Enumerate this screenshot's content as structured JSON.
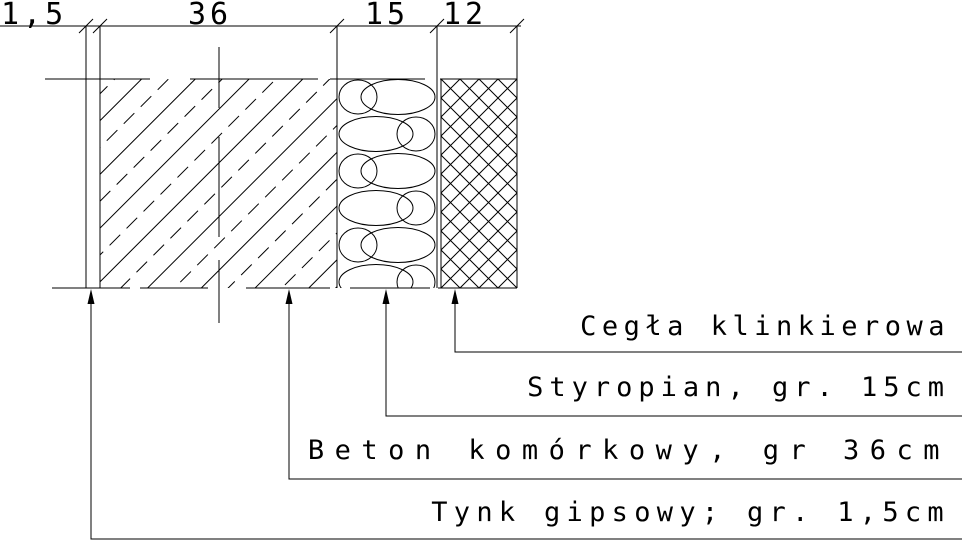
{
  "drawing": {
    "title_note": "",
    "colors": {
      "stroke": "#000000",
      "background": "#ffffff"
    },
    "dimensions": {
      "plaster": "1,5",
      "concrete": "36",
      "styrofoam": "15",
      "brick": "12"
    },
    "labels": {
      "brick": "Cegła klinkierowa",
      "styrofoam": "Styropian, gr. 15cm",
      "concrete": "Beton komórkowy, gr 36cm",
      "plaster": "Tynk gipsowy; gr. 1,5cm"
    }
  }
}
